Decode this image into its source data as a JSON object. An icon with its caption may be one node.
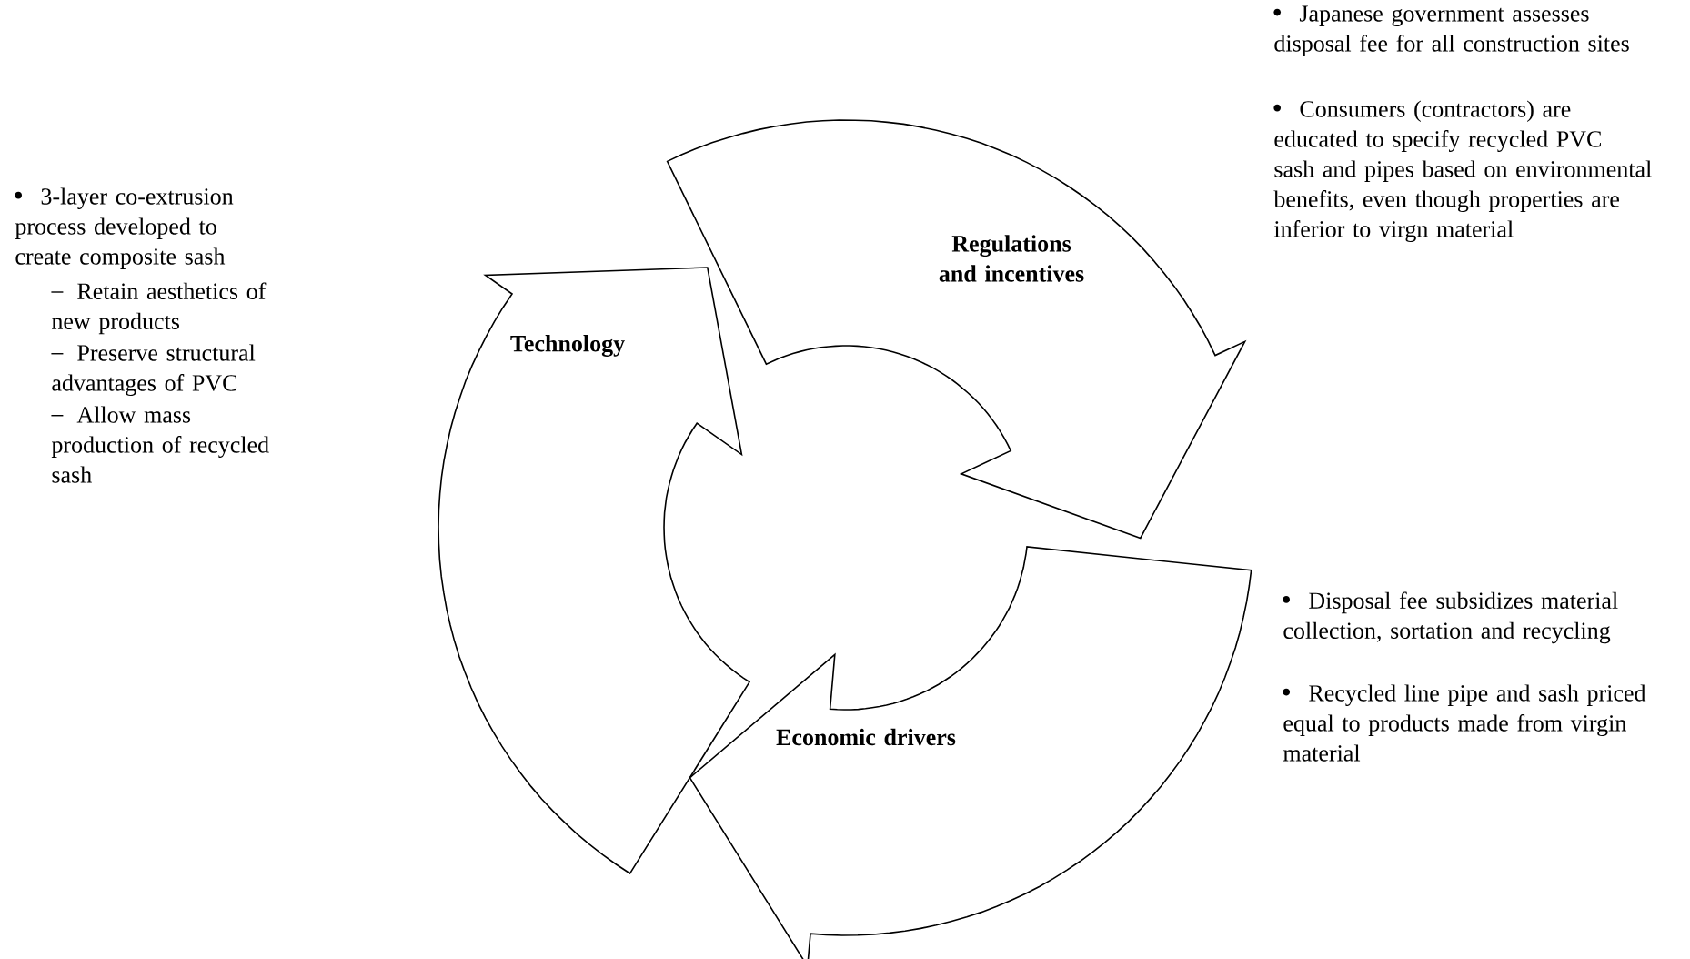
{
  "diagram": {
    "nodes": [
      {
        "text": [
          "Technology"
        ],
        "beside": [
          "3-layer co-extrusion process developed to create composite sash",
          "Retain aesthetics of new products",
          "Preserve structural advantages of PVC",
          "Allow mass production of recycled sash"
        ]
      },
      {
        "text": [
          "Regulations and incentives"
        ],
        "beside": [
          "Japanese government assesses disposal fee for all construction sites",
          "Consumers (contractors) are educated to specify recycled PVC sash and pipes based on environmental benefits, even though properties are inferior to virgn material"
        ]
      },
      {
        "text": [
          "Economic drivers"
        ],
        "beside": [
          "Disposal fee subsidizes material collection, sortation and recycling",
          "Recycled line pipe and sash priced equal to products made from virgin material"
        ]
      }
    ]
  }
}
